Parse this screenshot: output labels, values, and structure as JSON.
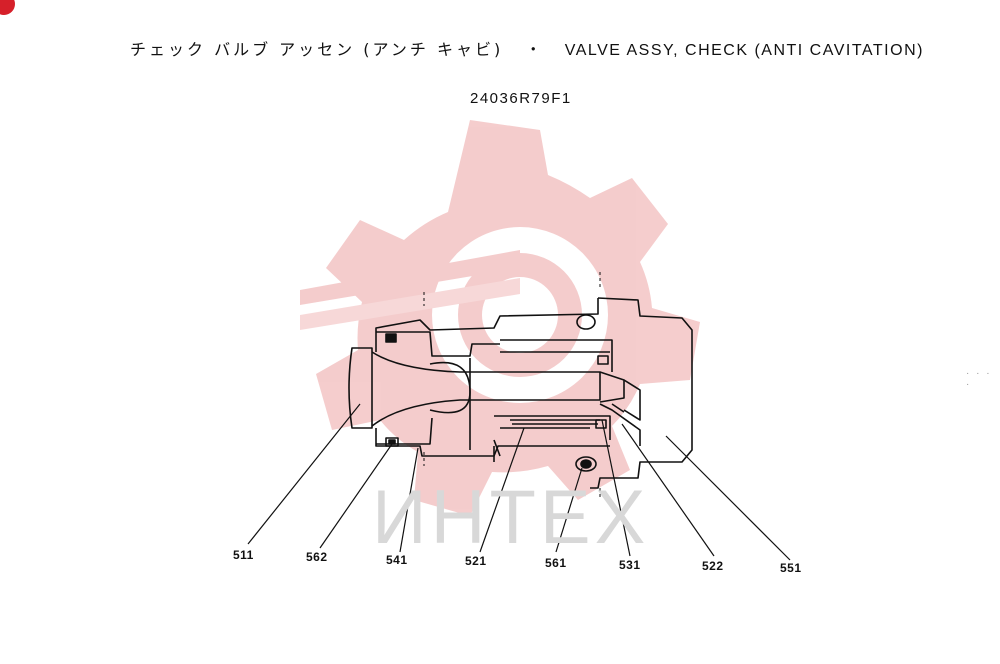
{
  "title": {
    "japanese": "チェック バルブ アッセン (アンチ キャビ)",
    "separator": "・",
    "english": "VALVE ASSY, CHECK (ANTI CAVITATION)"
  },
  "part_number": "24036R79F1",
  "watermark": "ИНТЕХ",
  "callouts": [
    {
      "label": "511"
    },
    {
      "label": "562"
    },
    {
      "label": "541"
    },
    {
      "label": "521"
    },
    {
      "label": "561"
    },
    {
      "label": "531"
    },
    {
      "label": "522"
    },
    {
      "label": "551"
    }
  ],
  "colors": {
    "watermark_red": "#f0b3b3",
    "line": "#111111"
  }
}
